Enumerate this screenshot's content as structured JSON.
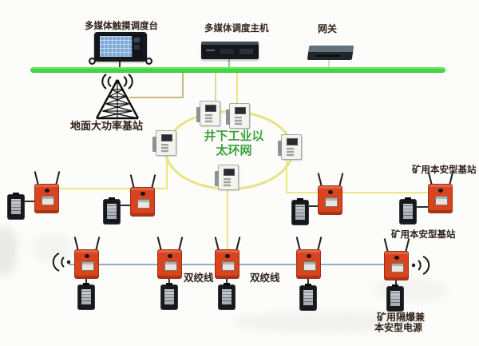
{
  "top": {
    "console_label": "多媒体触摸调度台",
    "host_label": "多媒体调度主机",
    "gateway_label": "网关"
  },
  "left": {
    "ground_station_label": "地面大功率基站"
  },
  "ring": {
    "label_line1": "井下工业以",
    "label_line2": "太环网"
  },
  "right": {
    "base_label_top": "矿用本安型基站",
    "base_label_mid": "矿用本安型基站",
    "power_label_line1": "矿用隔爆兼",
    "power_label_line2": "本安型电源"
  },
  "bottom": {
    "twisted_pair_label_1": "双绞线",
    "twisted_pair_label_2": "双绞线"
  },
  "colors": {
    "bus_green": "#3fd83f",
    "ring_yellow": "#e7e381",
    "ring_text_green": "#3aa03a",
    "base_station_red": "#d9441e",
    "twisted_pair_blue_gray": "#97adbc",
    "tower_cable_tan": "#c7b87c",
    "label_dark": "#30231a"
  }
}
